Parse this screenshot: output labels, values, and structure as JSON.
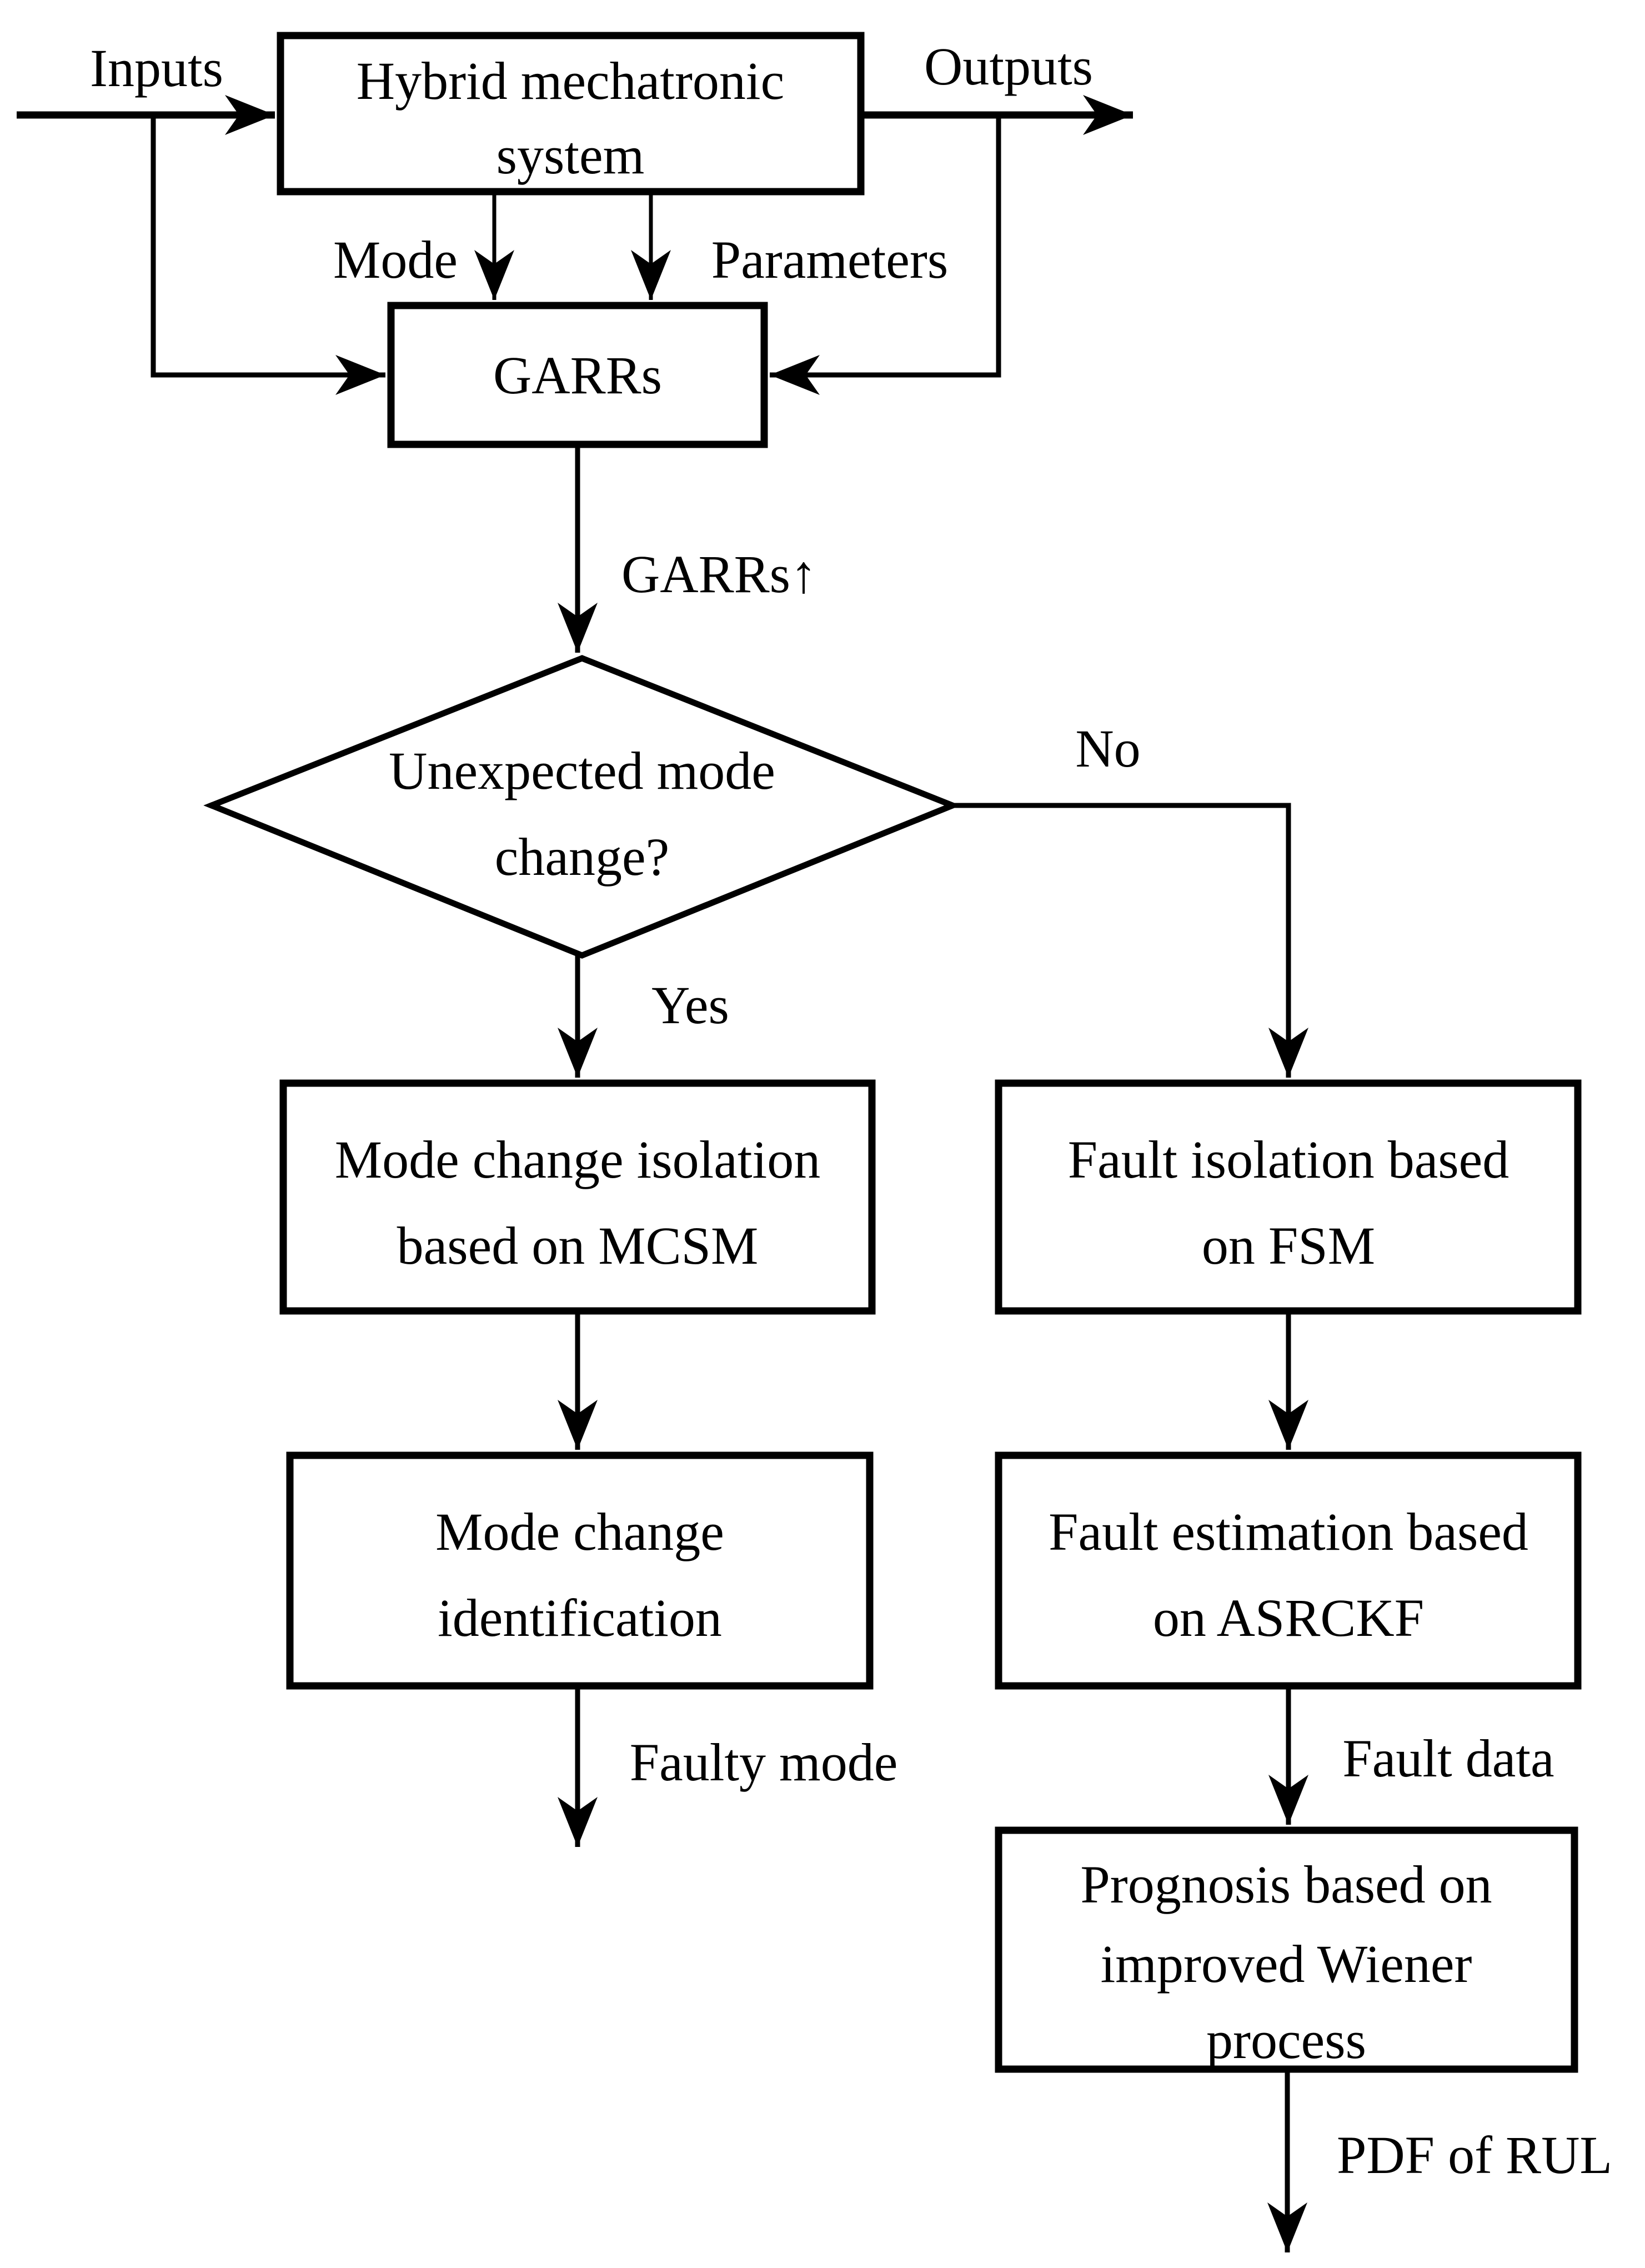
{
  "colors": {
    "line": "#000000",
    "background": "#ffffff"
  },
  "nodes": {
    "system": {
      "line1": "Hybrid mechatronic",
      "line2": "system"
    },
    "garrs": {
      "label": "GARRs"
    },
    "decision": {
      "line1": "Unexpected mode",
      "line2": "change?"
    },
    "mode_change_isolation": {
      "line1": "Mode change isolation",
      "line2": "based on MCSM"
    },
    "fault_isolation": {
      "line1": "Fault isolation based",
      "line2": "on FSM"
    },
    "mode_change_identification": {
      "line1": "Mode change",
      "line2": "identification"
    },
    "fault_estimation": {
      "line1": "Fault estimation based",
      "line2": "on ASRCKF"
    },
    "prognosis": {
      "line1": "Prognosis based on",
      "line2": "improved Wiener",
      "line3": "process"
    }
  },
  "edge_labels": {
    "inputs": "Inputs",
    "outputs": "Outputs",
    "mode": "Mode",
    "parameters": "Parameters",
    "garrs_residual": "GARRs↑",
    "no": "No",
    "yes": "Yes",
    "faulty_mode": "Faulty mode",
    "fault_data": "Fault data",
    "pdf_of_rul": "PDF of RUL"
  }
}
